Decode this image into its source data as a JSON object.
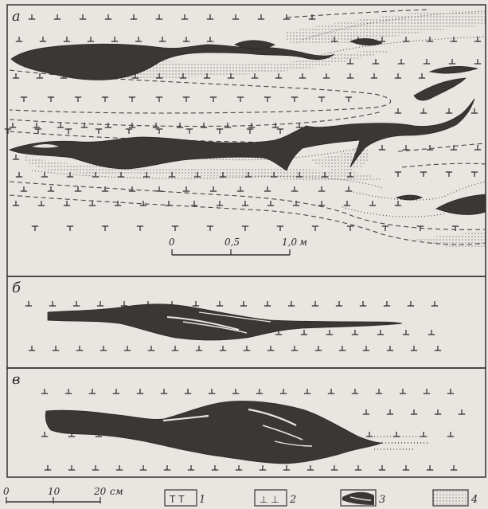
{
  "panels": {
    "a": {
      "label": "а"
    },
    "b": {
      "label": "б"
    },
    "v": {
      "label": "в"
    }
  },
  "scale_large": {
    "ticks": [
      "0",
      "0,5",
      "1,0"
    ],
    "unit": "м"
  },
  "scale_small": {
    "ticks": [
      "0",
      "10",
      "20"
    ],
    "unit": "см"
  },
  "legend": [
    {
      "symbol": "T T",
      "number": "1"
    },
    {
      "symbol": "⊥ ⊥",
      "number": "2"
    },
    {
      "symbol": "",
      "number": "3"
    },
    {
      "symbol": "",
      "number": "4"
    }
  ],
  "colors": {
    "paper": "#e9e6e1",
    "ink": "#2b2b2b",
    "ore": "#3a3835"
  }
}
